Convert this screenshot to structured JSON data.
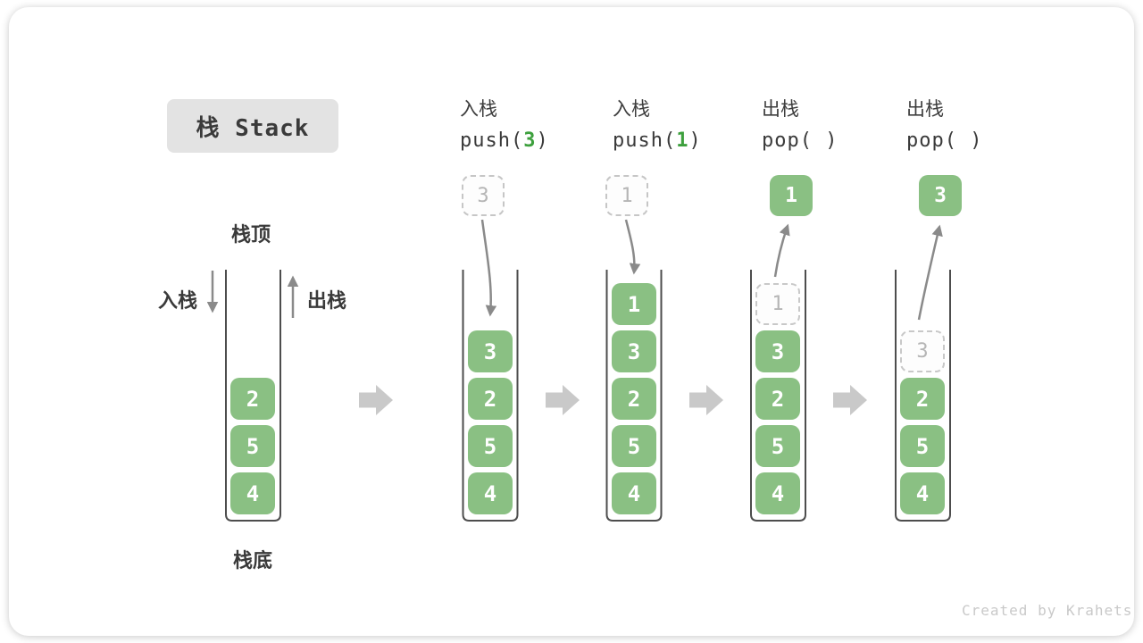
{
  "title": "栈 Stack",
  "labels": {
    "stack_top": "栈顶",
    "stack_bottom": "栈底",
    "push_side": "入栈",
    "pop_side": "出栈"
  },
  "operations": [
    {
      "name": "入栈",
      "code_prefix": "push(",
      "code_arg": "3",
      "code_suffix": ")",
      "float_value": "3",
      "float_style": "dashed"
    },
    {
      "name": "入栈",
      "code_prefix": "push(",
      "code_arg": "1",
      "code_suffix": ")",
      "float_value": "1",
      "float_style": "dashed"
    },
    {
      "name": "出栈",
      "code_prefix": "pop(",
      "code_arg": " ",
      "code_suffix": ")",
      "float_value": "1",
      "float_style": "solid"
    },
    {
      "name": "出栈",
      "code_prefix": "pop(",
      "code_arg": " ",
      "code_suffix": ")",
      "float_value": "3",
      "float_style": "solid"
    }
  ],
  "stacks": [
    {
      "blocks": [
        "2",
        "5",
        "4"
      ]
    },
    {
      "blocks": [
        "3",
        "2",
        "5",
        "4"
      ]
    },
    {
      "blocks": [
        "1",
        "3",
        "2",
        "5",
        "4"
      ]
    },
    {
      "ghost": "1",
      "blocks": [
        "3",
        "2",
        "5",
        "4"
      ]
    },
    {
      "ghost": "3",
      "blocks": [
        "2",
        "5",
        "4"
      ]
    }
  ],
  "watermark": "Created by Krahets",
  "colors": {
    "block_green": "#8ac083",
    "code_arg_green": "#3da03d",
    "title_chip_bg": "#e3e3e3",
    "curved_arrow_gray": "#8a8a8a",
    "step_arrow_gray": "#c9c9c9",
    "container_stroke": "#4d4d4d",
    "ghost_gray": "#b5b5b5"
  }
}
